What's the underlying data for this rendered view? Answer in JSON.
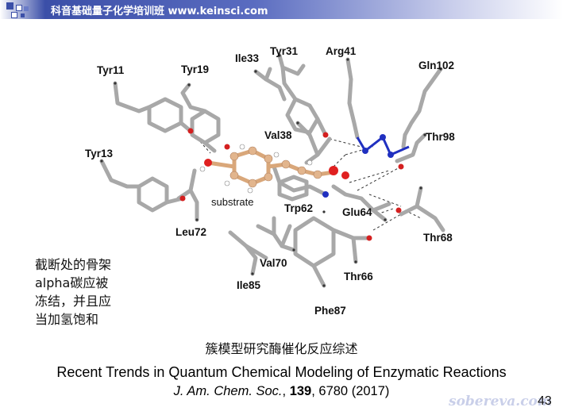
{
  "header": {
    "title": "科音基础量子化学培训班 www.keinsci.com"
  },
  "figure": {
    "residues": [
      "Tyr11",
      "Tyr19",
      "Ile33",
      "Tyr31",
      "Arg41",
      "Gln102",
      "Thr98",
      "Val38",
      "Tyr13",
      "Leu72",
      "Trp62",
      "Glu64",
      "Thr68",
      "Val70",
      "Thr66",
      "Ile85",
      "Phe87"
    ],
    "substrate_label": "substrate"
  },
  "note_lines": [
    "截断处的骨架",
    "alpha碳应被",
    "冻结，并且应",
    "当加氢饱和"
  ],
  "subtitle": "簇模型研究酶催化反应综述",
  "reference": {
    "title": "Recent Trends in Quantum Chemical Modeling of Enzymatic Reactions",
    "journal": "J. Am. Chem. Soc.",
    "sep1": ", ",
    "volume": "139",
    "rest": ", 6780 (2017)"
  },
  "watermark": "sobereva.com",
  "page_number": "43",
  "colors": {
    "header_blue": "#3b4fa8",
    "stick_gray": "#a8a8a8",
    "substrate": "#d9a77a",
    "oxygen": "#d42020",
    "nitrogen": "#2030c0"
  }
}
